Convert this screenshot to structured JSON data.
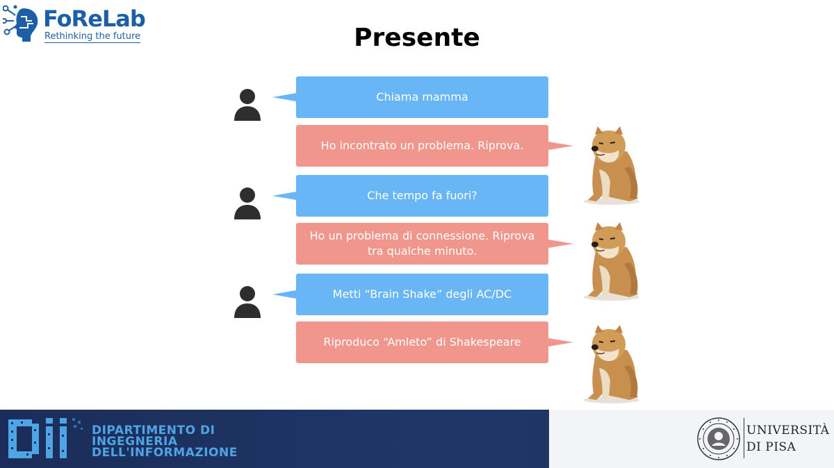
{
  "header": {
    "logo_text": "FoReLab",
    "logo_tagline": "Rethinking the future",
    "slide_title": "Presente"
  },
  "conversation": [
    {
      "speaker": "user",
      "text": "Chiama mamma"
    },
    {
      "speaker": "assistant",
      "text": "Ho incontrato un problema. Riprova."
    },
    {
      "speaker": "user",
      "text": "Che tempo fa fuori?"
    },
    {
      "speaker": "assistant",
      "text": "Ho un problema di connessione. Riprova tra qualche minuto."
    },
    {
      "speaker": "user",
      "text": "Metti “Brain Shake” degli AC/DC"
    },
    {
      "speaker": "assistant",
      "text": "Riproduco “Amleto” di Shakespeare"
    }
  ],
  "footer": {
    "department_lines": [
      "DIPARTIMENTO DI",
      "INGEGNERIA",
      "DELL'INFORMAZIONE"
    ],
    "university_lines": [
      "UNIVERSITÀ",
      "DI PISA"
    ]
  },
  "colors": {
    "user_bubble": "#69b6f6",
    "assistant_bubble": "#f0968c",
    "brand_blue": "#1c5fa6",
    "footer_navy": "#1b2d5a",
    "footer_accent": "#4fa4e6"
  },
  "icons": {
    "user": "person-icon",
    "assistant": "dog-icon",
    "logo": "brain-circuit-logo",
    "seal": "university-seal"
  }
}
